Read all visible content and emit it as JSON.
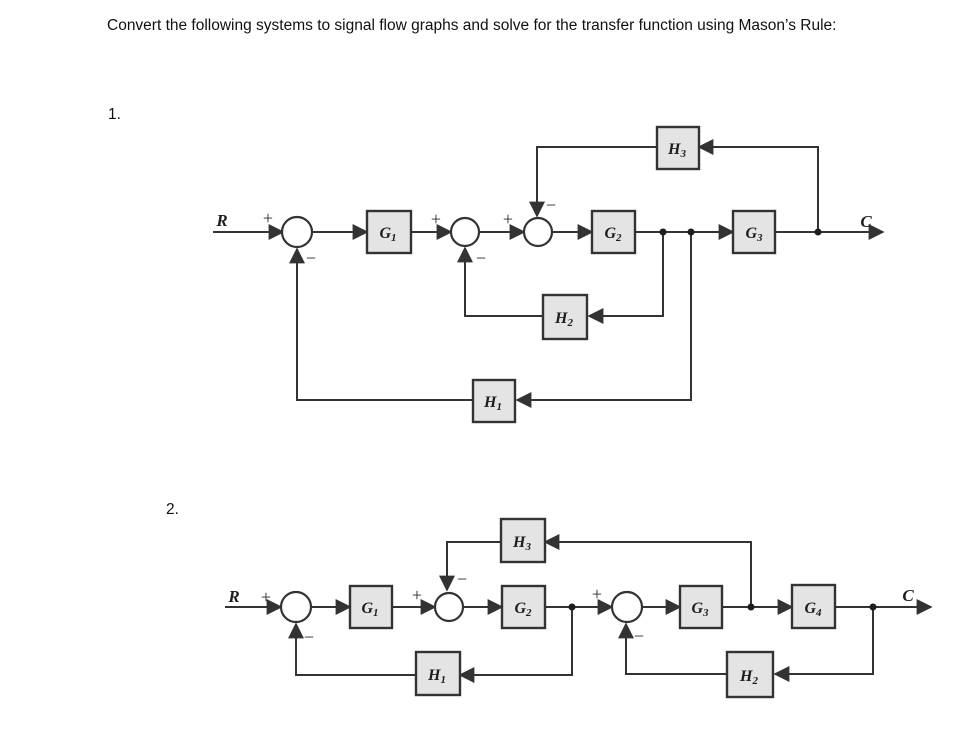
{
  "title": "Convert the following systems to signal flow graphs and solve for the transfer function using Mason’s Rule:",
  "signs": {
    "plus": "+",
    "minus": "−"
  },
  "colors": {
    "background": "#ffffff",
    "line": "#333333",
    "block_fill": "#e4e4e4",
    "block_border": "#333333",
    "text": "#111111"
  },
  "diagram1": {
    "number": "1.",
    "input": "R",
    "output": "C",
    "blocks": {
      "g1": {
        "base": "G",
        "sub": "1"
      },
      "g2": {
        "base": "G",
        "sub": "2"
      },
      "g3": {
        "base": "G",
        "sub": "3"
      },
      "h1": {
        "base": "H",
        "sub": "1"
      },
      "h2": {
        "base": "H",
        "sub": "2"
      },
      "h3": {
        "base": "H",
        "sub": "3"
      }
    }
  },
  "diagram2": {
    "number": "2.",
    "input": "R",
    "output": "C",
    "blocks": {
      "g1": {
        "base": "G",
        "sub": "1"
      },
      "g2": {
        "base": "G",
        "sub": "2"
      },
      "g3": {
        "base": "G",
        "sub": "3"
      },
      "g4": {
        "base": "G",
        "sub": "4"
      },
      "h1": {
        "base": "H",
        "sub": "1"
      },
      "h2": {
        "base": "H",
        "sub": "2"
      },
      "h3": {
        "base": "H",
        "sub": "3"
      }
    }
  }
}
